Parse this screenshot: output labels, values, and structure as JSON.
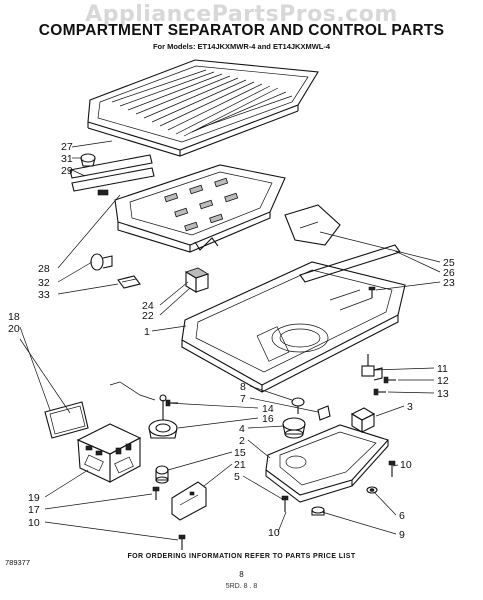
{
  "watermark": "AppliancePartsPros.com",
  "title": "COMPARTMENT SEPARATOR AND CONTROL PARTS",
  "subtitle": "For Models: ET14JKXMWR-4 and ET14JKXMWL-4",
  "footer": "FOR ORDERING INFORMATION REFER TO PARTS PRICE LIST",
  "doc_number": "789377",
  "page_number": "8",
  "page_code": "5RD. 8 . 8",
  "callouts": [
    "27",
    "31",
    "29",
    "28",
    "32",
    "33",
    "24",
    "22",
    "1",
    "18",
    "20",
    "19",
    "17",
    "10",
    "25",
    "26",
    "23",
    "11",
    "12",
    "13",
    "3",
    "8",
    "7",
    "14",
    "16",
    "4",
    "2",
    "15",
    "21",
    "5",
    "10",
    "6",
    "9",
    "10"
  ]
}
